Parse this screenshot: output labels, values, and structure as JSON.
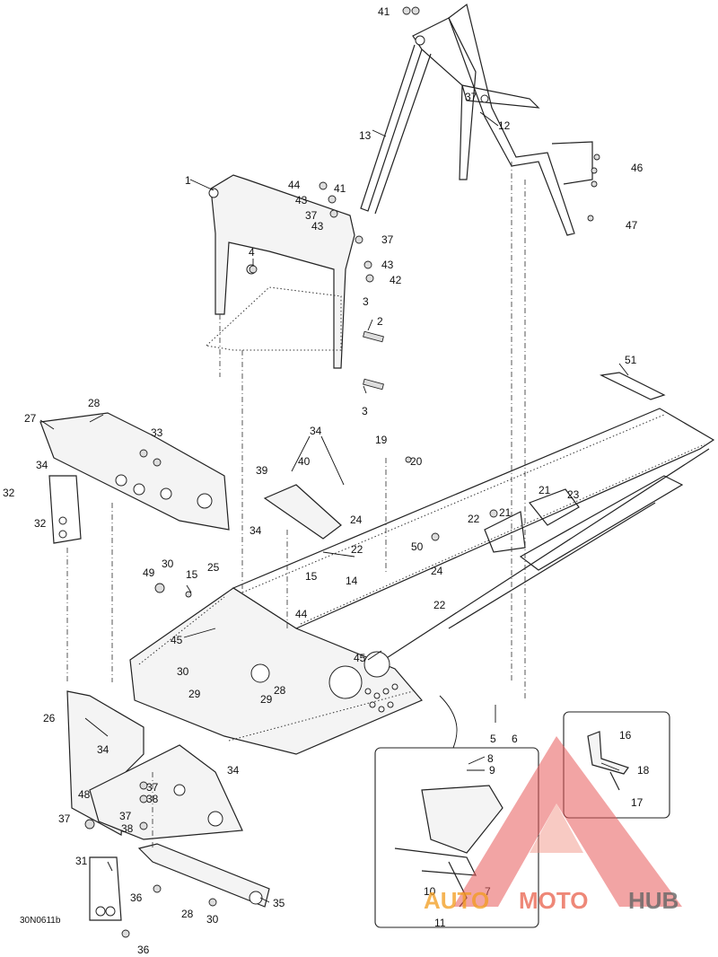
{
  "diagram": {
    "reference_code": "30N0611b",
    "callouts": [
      "1",
      "2",
      "3",
      "4",
      "5",
      "6",
      "7",
      "8",
      "9",
      "10",
      "11",
      "12",
      "13",
      "14",
      "15",
      "16",
      "17",
      "18",
      "19",
      "20",
      "21",
      "22",
      "23",
      "24",
      "25",
      "26",
      "27",
      "28",
      "29",
      "30",
      "31",
      "32",
      "33",
      "34",
      "35",
      "36",
      "37",
      "38",
      "39",
      "40",
      "41",
      "42",
      "43",
      "44",
      "45",
      "46",
      "47",
      "48",
      "49",
      "50",
      "51"
    ]
  },
  "watermark": {
    "part1": "AUTO",
    "part2": "MOTO",
    "part3": "HUB"
  }
}
